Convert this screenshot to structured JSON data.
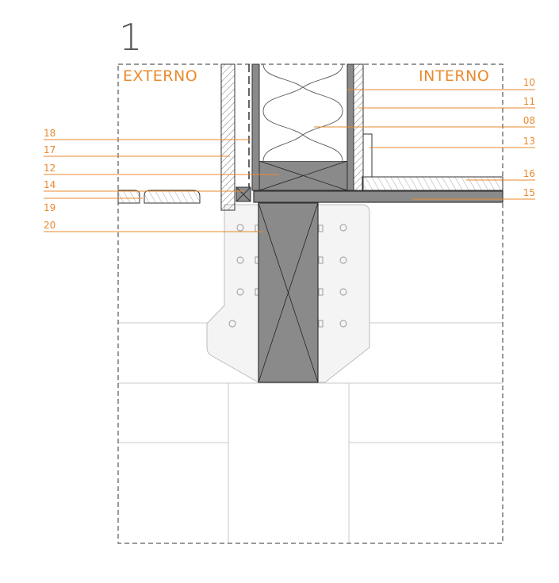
{
  "section_number": "1",
  "labels": {
    "external": "EXTERNO",
    "internal": "INTERNO"
  },
  "callouts": {
    "left": [
      "18",
      "17",
      "12",
      "14",
      "19",
      "20"
    ],
    "right": [
      "10",
      "11",
      "08",
      "13",
      "16",
      "15"
    ]
  },
  "colors": {
    "accent": "#e98a2e",
    "outline": "#333333",
    "dark_fill": "#8a8a8a",
    "light_fill": "#f4f4f4",
    "ghost_line": "#c8c8c8"
  }
}
